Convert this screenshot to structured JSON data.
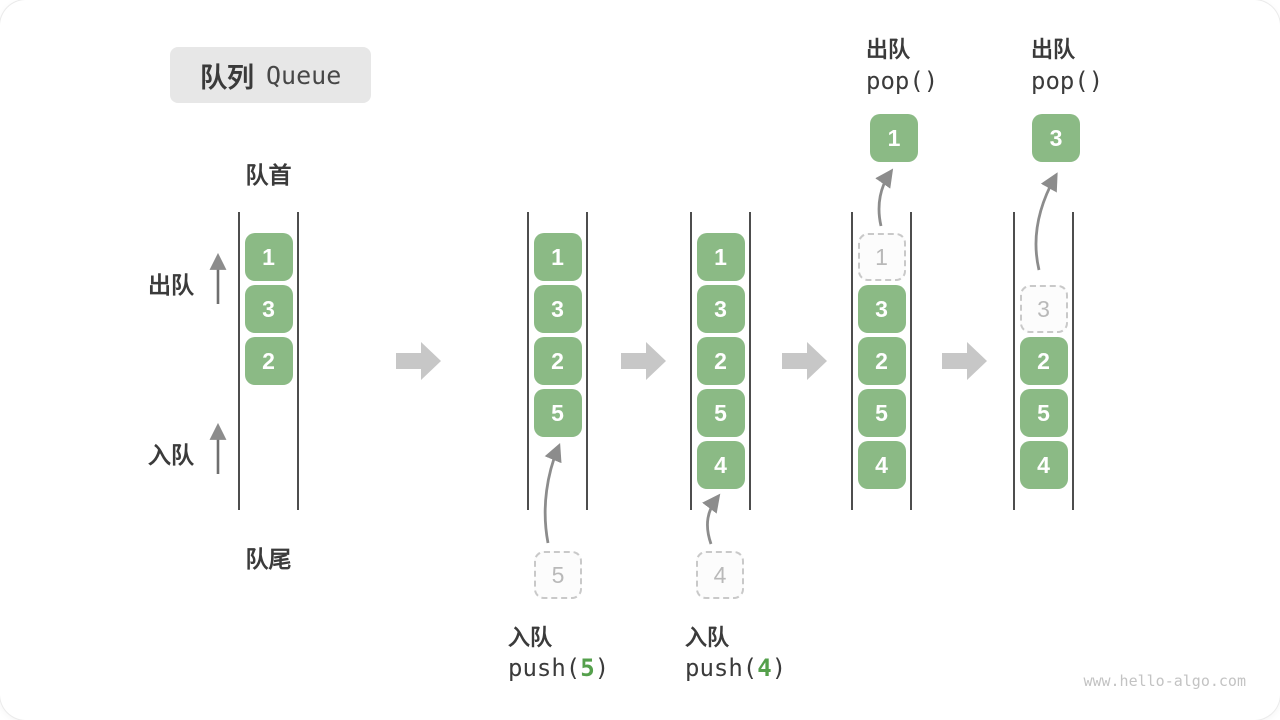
{
  "title": {
    "zh": "队列",
    "en": "Queue"
  },
  "labels": {
    "front": "队首",
    "rear": "队尾",
    "dequeue": "出队",
    "enqueue": "入队"
  },
  "queues": [
    {
      "cells": [
        "1",
        "3",
        "2"
      ]
    },
    {
      "cells": [
        "1",
        "3",
        "2",
        "5"
      ],
      "incoming": "5"
    },
    {
      "cells": [
        "1",
        "3",
        "2",
        "5",
        "4"
      ],
      "incoming": "4"
    },
    {
      "cells": [
        "3",
        "2",
        "5",
        "4"
      ],
      "removed": "1",
      "popped": "1"
    },
    {
      "cells": [
        "2",
        "5",
        "4"
      ],
      "removed": "3",
      "popped": "3"
    }
  ],
  "ops": {
    "enq5": {
      "zh": "入队",
      "pre": "push(",
      "arg": "5",
      "post": ")"
    },
    "enq4": {
      "zh": "入队",
      "pre": "push(",
      "arg": "4",
      "post": ")"
    },
    "pop1": {
      "zh": "出队",
      "code": "pop()"
    },
    "pop2": {
      "zh": "出队",
      "code": "pop()"
    }
  },
  "watermark": "www.hello-algo.com",
  "colors": {
    "cell_green": "#8bba85",
    "code_arg_green": "#55a04c",
    "dashed_border": "#c9c9c9",
    "block_arrow": "#c7c7c7",
    "curved_arrow": "#8c8c8c",
    "text_dark": "#3b3b3b",
    "title_bg": "#e7e7e7"
  }
}
